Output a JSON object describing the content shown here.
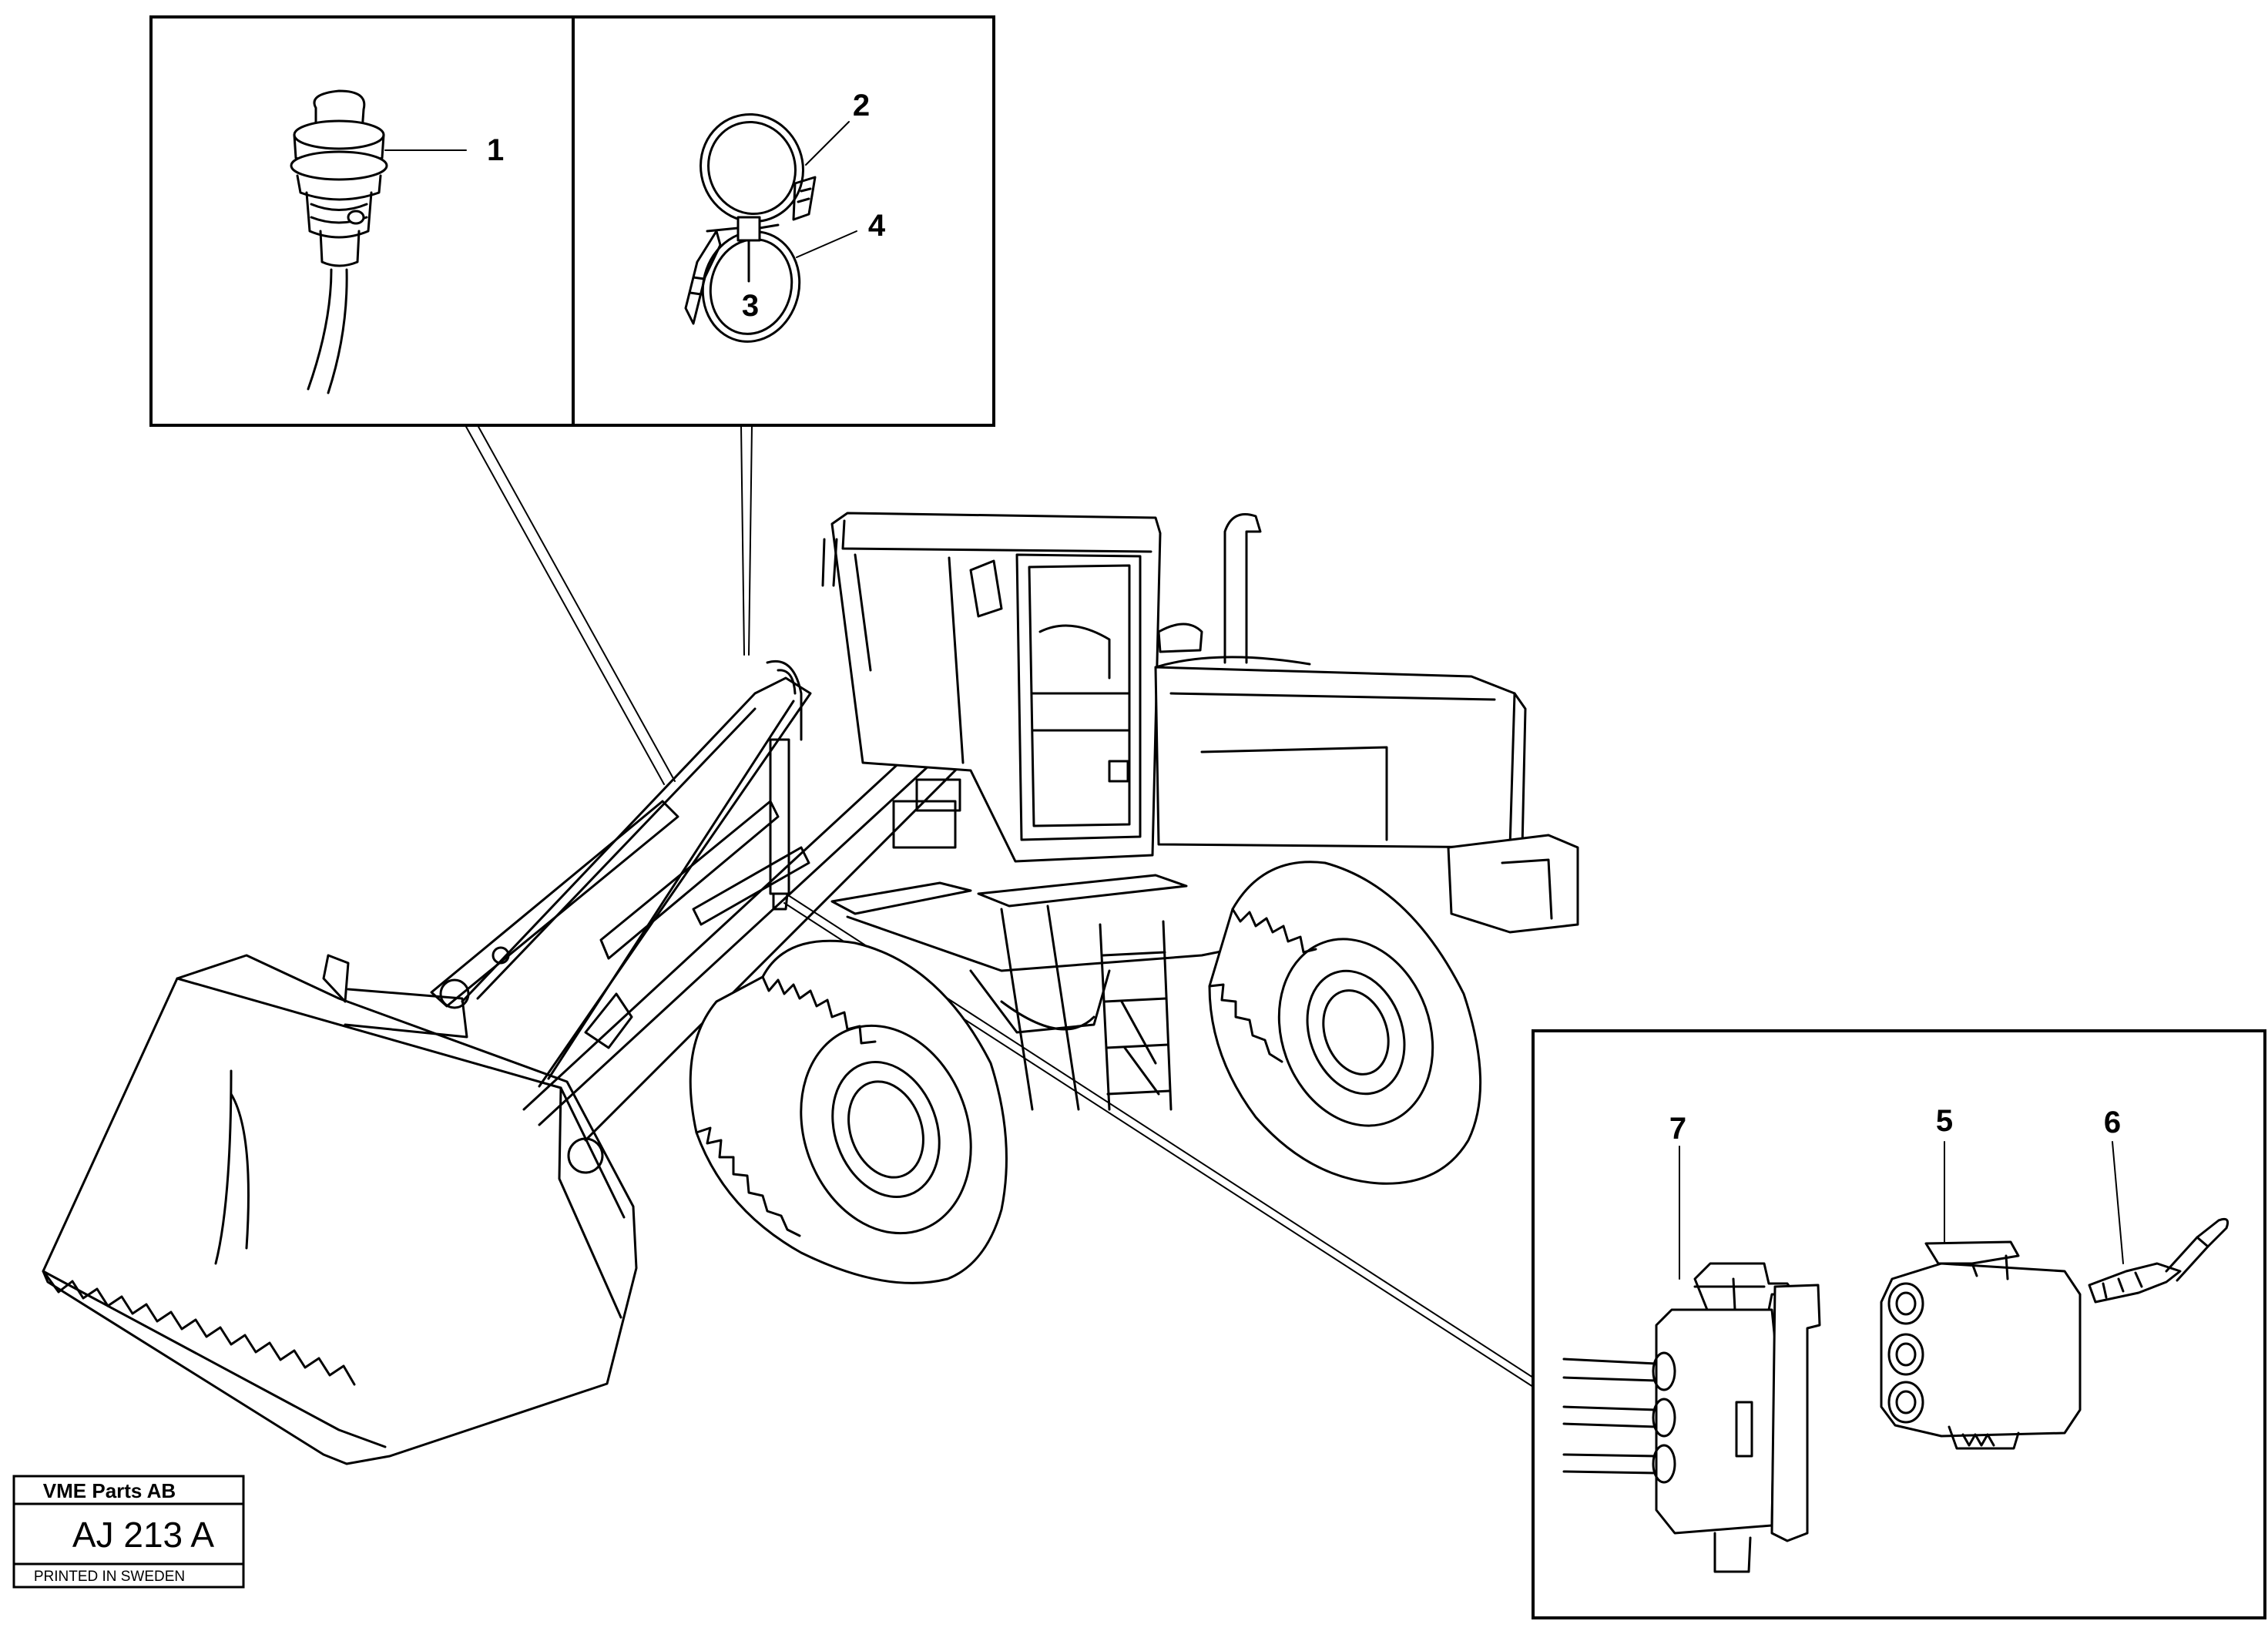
{
  "callouts": {
    "c1": "1",
    "c2": "2",
    "c3": "3",
    "c4": "4",
    "c5": "5",
    "c6": "6",
    "c7": "7"
  },
  "stamp": {
    "company": "VME Parts AB",
    "code": "AJ 213  A",
    "printed": "PRINTED IN SWEDEN"
  },
  "icons": {
    "inset_1": "proximity-sensor-icon",
    "inset_2": "hose-clamp-icon",
    "inset_3": "connector-parts-icon",
    "machine": "wheel-loader-icon"
  }
}
